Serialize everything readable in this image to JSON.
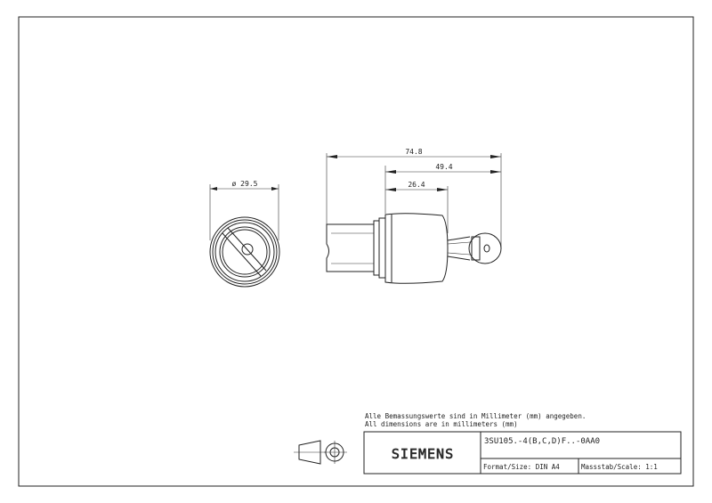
{
  "drawing": {
    "front_view": {
      "diameter_label": "ø 29.5"
    },
    "side_view": {
      "dim_overall": "74.8",
      "dim_front_to_key": "49.4",
      "dim_head": "26.4"
    }
  },
  "notes": {
    "line_de": "Alle Bemassungswerte sind in Millimeter (mm) angegeben.",
    "line_en": "All dimensions are in millimeters (mm)"
  },
  "title_block": {
    "logo": "SIEMENS",
    "part_number": "3SU105.-4(B,C,D)F..-0AA0",
    "format": "Format/Size: DIN A4",
    "scale": "Massstab/Scale: 1:1"
  }
}
